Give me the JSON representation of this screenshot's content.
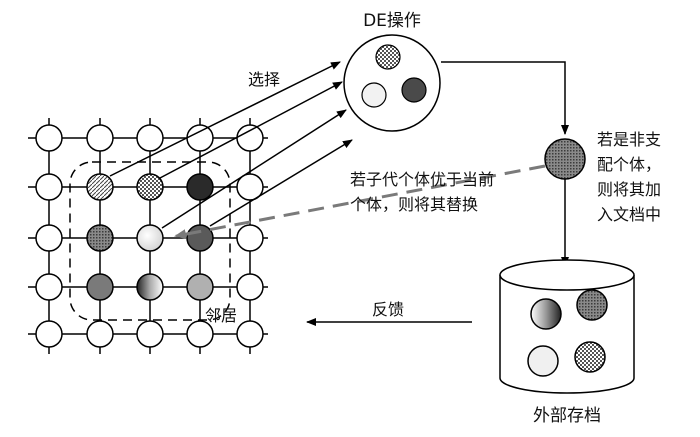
{
  "labels": {
    "de_operation": "DE操作",
    "select": "选择",
    "replace_note_line1": "若子代个体优于当前",
    "replace_note_line2": "个体，则将其替换",
    "nondominated_line1": "若是非支",
    "nondominated_line2": "配个体，",
    "nondominated_line3": "则将其加",
    "nondominated_line4": "入文档中",
    "neighborhood": "邻居",
    "feedback": "反馈",
    "external_archive": "外部存档"
  },
  "colors": {
    "stroke": "#000000",
    "dark_gray": "#3a3a3a",
    "mid_gray": "#808080",
    "light_gray": "#e8e8e8",
    "dashed_arrow": "#7a7a7a"
  }
}
